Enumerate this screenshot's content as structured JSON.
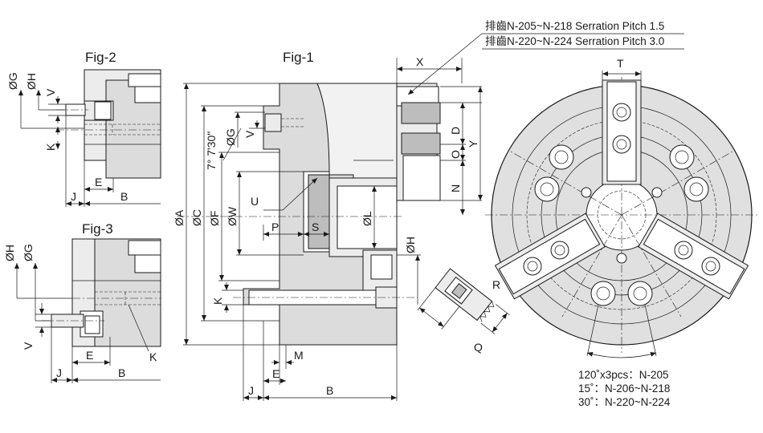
{
  "figures": {
    "fig1": "Fig-1",
    "fig2": "Fig-2",
    "fig3": "Fig-3"
  },
  "serration_notes": [
    "排齒N-205~N-218 Serration Pitch 1.5",
    "排齒N-220~N-224 Serration Pitch 3.0"
  ],
  "bolt_notes": [
    "120˚x3pcs：N-205",
    "15˚：N-206~N-218",
    "30˚：N-220~N-224"
  ],
  "labels": {
    "fig1": {
      "X": "X",
      "D": "D",
      "Y": "Y",
      "O": "O",
      "N": "N",
      "A": "ØA",
      "C": "ØC",
      "F": "ØF",
      "W": "ØW",
      "G": "ØG",
      "V": "V",
      "U": "U",
      "P": "P",
      "S": "S",
      "L": "ØL",
      "H": "ØH",
      "K": "K",
      "M": "M",
      "E": "E",
      "J": "J",
      "B": "B",
      "angle": "7° 7'30\""
    },
    "fig2": {
      "G": "ØG",
      "H": "ØH",
      "V": "V",
      "K": "K",
      "E": "E",
      "J": "J",
      "B": "B"
    },
    "fig3": {
      "H": "ØH",
      "G": "ØG",
      "V": "V",
      "E": "E",
      "K": "K",
      "J": "J",
      "B": "B"
    },
    "detail": {
      "R": "R",
      "Q": "Q"
    },
    "front": {
      "T": "T"
    }
  }
}
